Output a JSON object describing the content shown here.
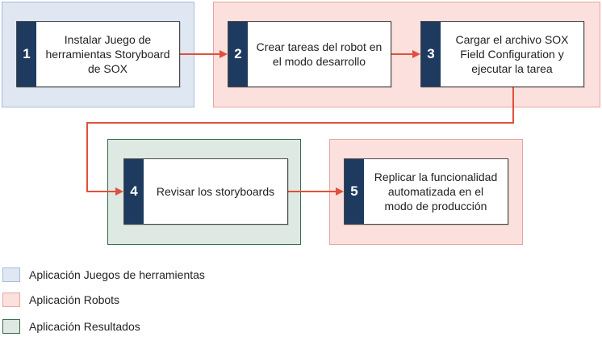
{
  "colors": {
    "toolkits_fill": "#dfe7f3",
    "toolkits_border": "#a9bcd9",
    "robots_fill": "#fbe0dd",
    "robots_border": "#e8a6a0",
    "results_fill": "#dde9e2",
    "results_border": "#3a6b4f",
    "arrow": "#e0503c",
    "step_number_bg": "#1f3a5f"
  },
  "steps": [
    {
      "number": "1",
      "text": "Instalar Juego de\nherramientas Storyboard\nde SOX"
    },
    {
      "number": "2",
      "text": "Crear tareas del robot en\nel modo desarrollo"
    },
    {
      "number": "3",
      "text": "Cargar el archivo SOX\nField Configuration y\nejecutar la tarea"
    },
    {
      "number": "4",
      "text": "Revisar los storyboards"
    },
    {
      "number": "5",
      "text": "Replicar la funcionalidad\nautomatizada en el\nmodo de producción"
    }
  ],
  "legend": [
    {
      "label": "Aplicación Juegos de herramientas"
    },
    {
      "label": "Aplicación Robots"
    },
    {
      "label": "Aplicación Resultados"
    }
  ]
}
